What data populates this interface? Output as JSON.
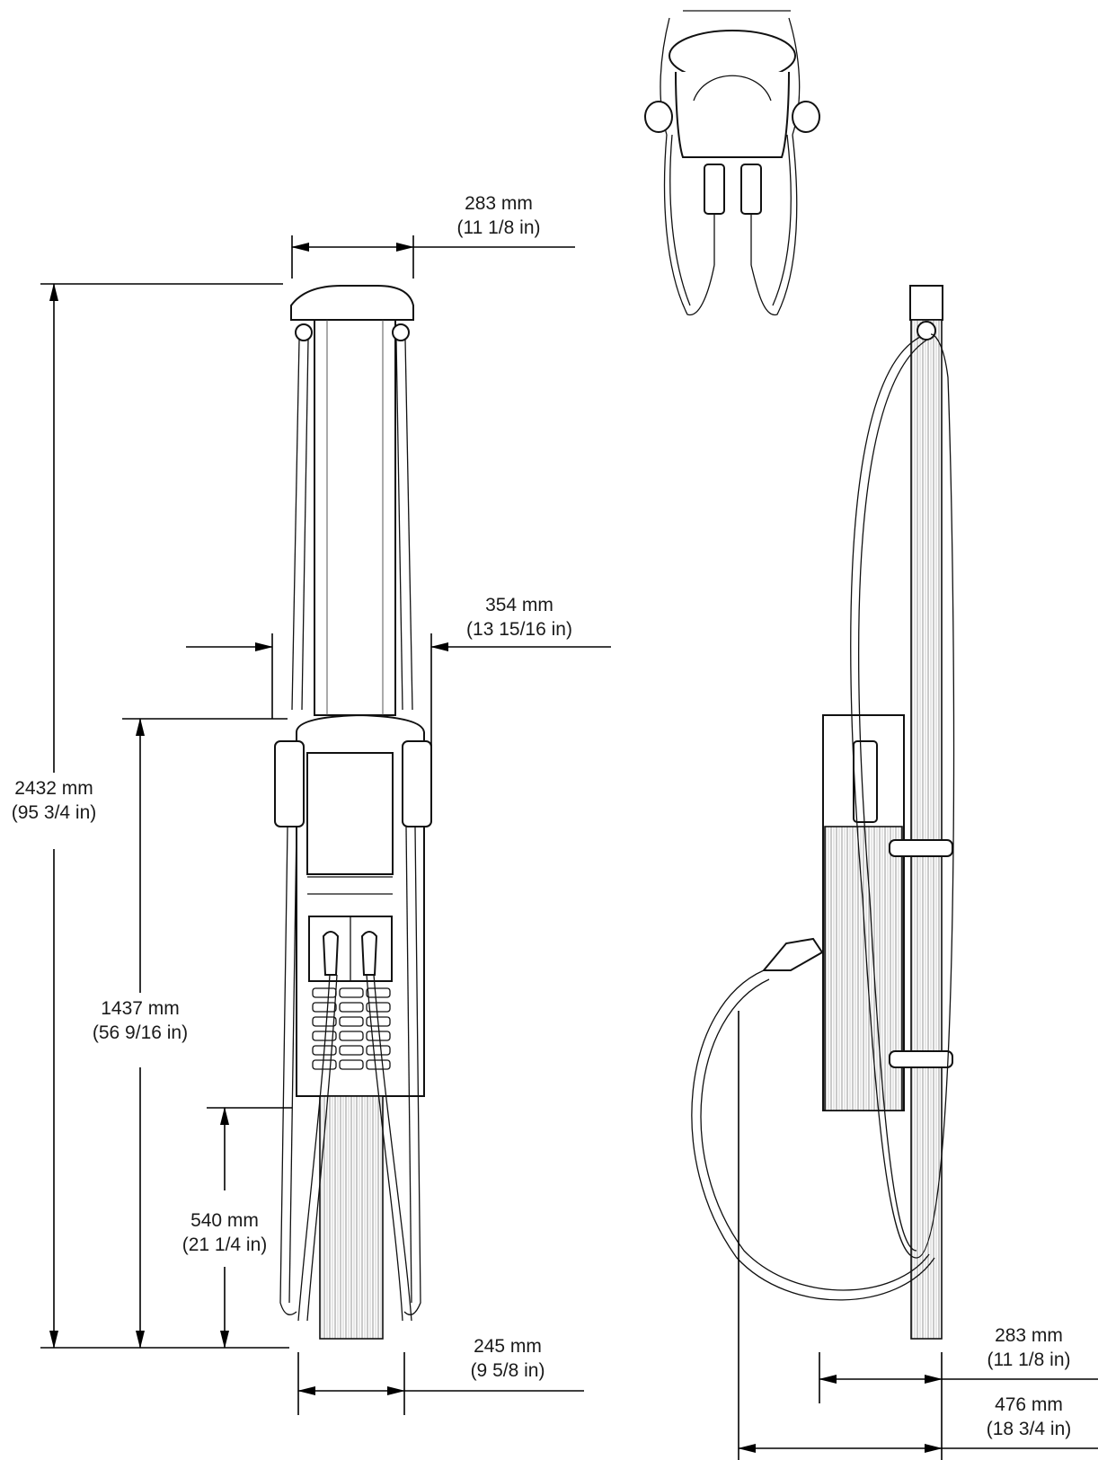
{
  "dimensions": {
    "front_top_width": {
      "mm": "283 mm",
      "in": "(11 1/8 in)"
    },
    "front_body_width": {
      "mm": "354 mm",
      "in": "(13 15/16 in)"
    },
    "total_height": {
      "mm": "2432 mm",
      "in": "(95 3/4 in)"
    },
    "screen_height": {
      "mm": "1437 mm",
      "in": "(56 9/16 in)"
    },
    "bottom_height": {
      "mm": "540 mm",
      "in": "(21 1/4 in)"
    },
    "base_width": {
      "mm": "245 mm",
      "in": "(9 5/8 in)"
    },
    "side_depth": {
      "mm": "283 mm",
      "in": "(11 1/8 in)"
    },
    "side_reach": {
      "mm": "476 mm",
      "in": "(18 3/4 in)"
    }
  }
}
